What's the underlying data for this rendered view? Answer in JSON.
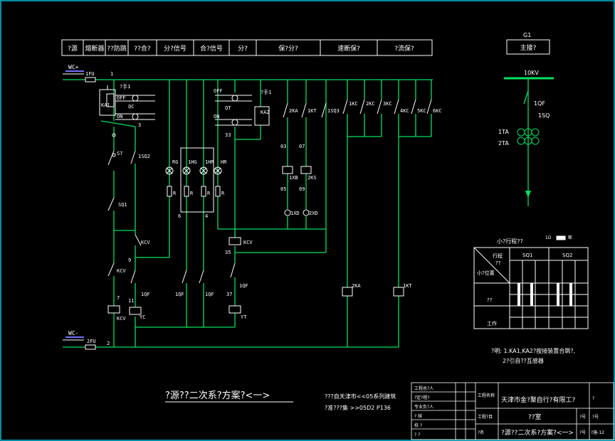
{
  "colors": {
    "background": "#000000",
    "wire": "#00e060",
    "frame": "#ffffff",
    "device": "#ffffff",
    "border": "#00b8d8"
  },
  "header_cells": [
    "?源",
    "熔断器",
    "??防跳",
    "??合?",
    "分?信号",
    "合?信号",
    "分?",
    "保?分?",
    "速断保?",
    "?流保?"
  ],
  "bus_labels": {
    "wc_plus": "WC+",
    "wc_minus": "WC-",
    "fu1": "1FU",
    "fu2": "2FU",
    "node1": "1",
    "node2": "2"
  },
  "left_labels": {
    "ka1": "KA1",
    "hand": "?手1",
    "off1": "OFF",
    "on1": "ON",
    "qc": "QC",
    "n3": "3",
    "s7": "S7",
    "sq2": "1SQ2",
    "sq1": "SQ1",
    "kcv_sw": "KCV",
    "n9": "9",
    "kcv_a": "KCV",
    "n7": "7",
    "kcv_coil": "KCV",
    "n11": "11",
    "qf_a": "1QF",
    "yc": "YC"
  },
  "lamp_labels": {
    "rg": "RG",
    "hg": "1HG",
    "hr": "1HR",
    "hr2": "HR",
    "r": "R",
    "n6": "6",
    "n4": "4"
  },
  "mid_labels": {
    "off2": "OFF",
    "qt": "QT",
    "on2": "ON",
    "n33": "33",
    "hand2": "?手1",
    "ka2": "KA2",
    "kcv_b": "KCV",
    "n35": "35",
    "qf_b": "1QF",
    "qf_c": "1QF",
    "qf_d": "1QF",
    "n37": "37",
    "yt": "YT"
  },
  "relay_labels": {
    "ka2b": "2KA",
    "kt": "1KT",
    "n03": "03",
    "n07": "07",
    "xb1": "1XB",
    "kt2": "2KS",
    "n05": "05",
    "n09": "09",
    "kd1": "1XD",
    "kd2": "2XD",
    "sq3": "1SQ3",
    "c1": "1KC",
    "c2": "2KC",
    "c3": "3KC",
    "c4": "4KC",
    "c5": "5KC",
    "c6": "6KC",
    "ka_coil": "2KA",
    "kt_coil": "1KT"
  },
  "one_line": {
    "g1": "G1",
    "main": "主接?",
    "kv": "10KV",
    "qf": "1QF",
    "sq": "1SQ",
    "ta1": "1TA",
    "ta2": "2TA"
  },
  "position_table": {
    "title": "小?行程??",
    "legend_a": "1D",
    "legend_b": "断",
    "head_row": "行程",
    "head_q": "??",
    "sq1": "SQ1",
    "sq2": "SQ2",
    "side": "小?位置",
    "row1": "??",
    "row2": "工作"
  },
  "note": {
    "line1": "?明: 1.KA1,KA2?按接装置合跳?,",
    "line2": "2?引自??互感器"
  },
  "title_main": "?源??二次系?方案?<一>",
  "source": {
    "line1": "???自天津市<<05系列建筑",
    "line2": "?准???集 >>05D2 P136"
  },
  "title_block": {
    "left_rows": [
      "工程总?人",
      "?定?程?",
      "专业负?人",
      "?  核",
      "校  ?",
      "?  ?"
    ],
    "proj_label": "工程名称",
    "proj_value": "天津市金?聚自行?有限工?",
    "proj_suffix": "?",
    "sub_label": "工程?目",
    "sub_value": "??室",
    "code_a": "?号",
    "code_b": "?号",
    "dwg_label": "?名",
    "dwg_value": "?源??二次系?方案?<一>",
    "dwg_no": "?号",
    "dwg_no_value": "?施-12"
  }
}
